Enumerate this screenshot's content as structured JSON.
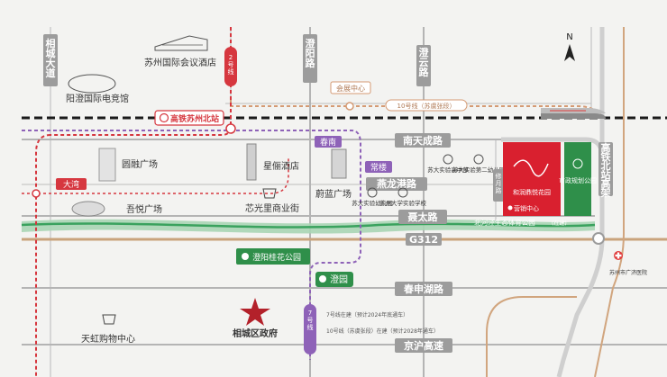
{
  "compass": {
    "label": "N"
  },
  "roads": {
    "horizontal": [
      "南天成路",
      "燕龙港路",
      "聂太路",
      "G312",
      "春申湖路",
      "京沪高速"
    ],
    "vertical": [
      "相城大道",
      "澄阳路",
      "澄云路",
      "高铁北站高架"
    ]
  },
  "rail": {
    "metro2": {
      "name": "2号线",
      "color": "#d6373f"
    },
    "metro7": {
      "name": "7号线",
      "color": "#8e62b8"
    },
    "metro10": {
      "name": "10号线（苏虞张段）",
      "color": "#d49a73"
    },
    "high_speed": {
      "name": "高铁苏州北站",
      "color": "#d6373f"
    },
    "stations": [
      "大湾",
      "会展中心",
      "常楼",
      "春南",
      "澄园"
    ]
  },
  "places": {
    "hotel_conf": "苏州国际会议酒店",
    "esports": "阳澄国际电竞馆",
    "yuanrong": "圆融广场",
    "xingli": "星俪酒店",
    "hefeng": "蔚蓝广场",
    "huayue": "吾悦广场",
    "xinguang": "芯光里商业街",
    "tianhong": "天虹购物中心",
    "gov": "相城区政府",
    "school1": "苏大实验高中部",
    "school2": "苏大实验第二幼儿园",
    "school3": "苏大实验幼儿园",
    "school4": "苏州大学实验学校",
    "xiuyue_road": "修月路",
    "guiqua_park": "澄阳桂花公园",
    "sports_park": "北河泾生态体育公园",
    "sports_park_tag": "(在建)",
    "hospital": "苏州市广济医院",
    "municipal_park": "市政规划公园",
    "project_name": "和润鼎悦花园",
    "sales_center": "营销中心"
  },
  "notes": {
    "line7": "7号线在建（预计2024年底通车）",
    "line10": "10号线（苏虞张段）在建（预计2028年通车）"
  },
  "colors": {
    "project_red": "#d9202f",
    "park_green": "#2f8f4a",
    "river_green": "#3aa25e",
    "road_gray": "#9c9c9c",
    "gov_star": "#b3212a",
    "g312_road": "#c9a37c"
  }
}
